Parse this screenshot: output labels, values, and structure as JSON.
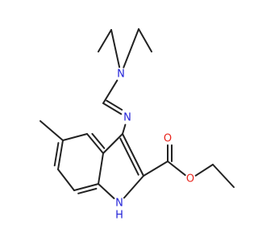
{
  "colors": {
    "bond": "#222222",
    "nitrogen": "#2323d8",
    "oxygen": "#e8241c",
    "background": "#ffffff"
  },
  "atoms": {
    "n_amine": "N",
    "n_imine": "N",
    "nh_indole": "N",
    "h_indole": "H",
    "o_carbonyl": "O",
    "o_ester": "O"
  }
}
